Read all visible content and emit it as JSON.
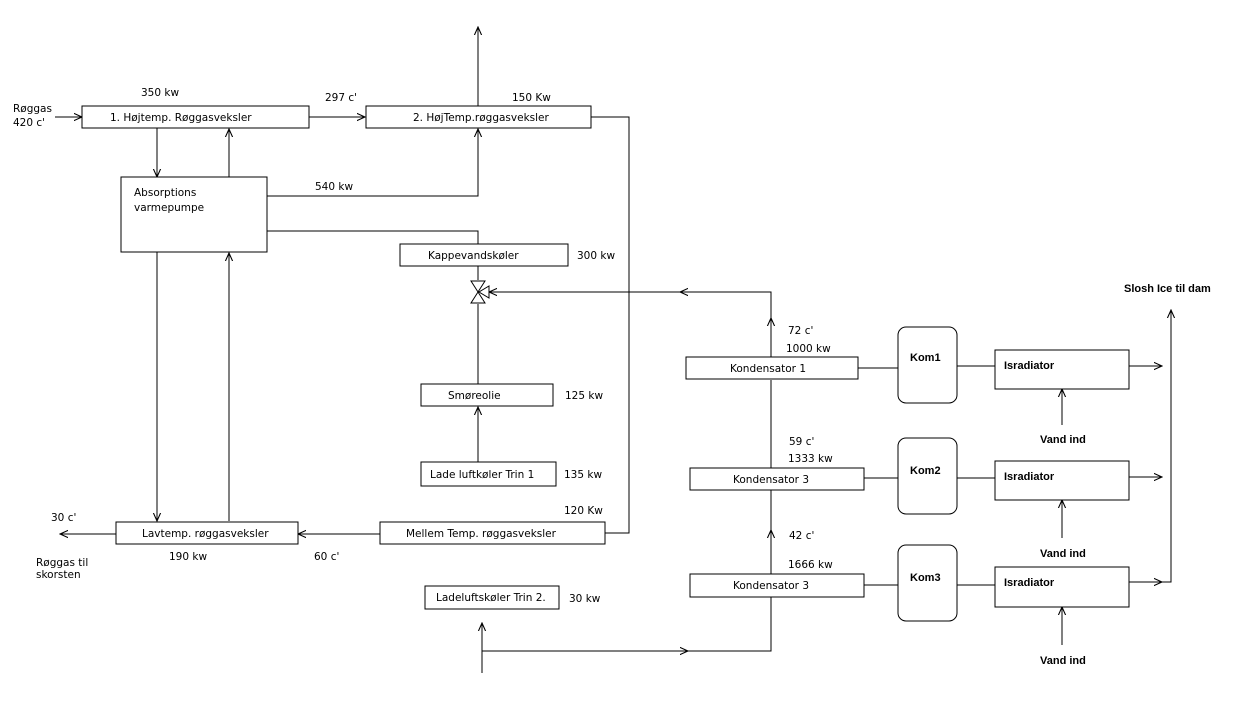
{
  "boxes": {
    "hojtemp1": "1. Højtemp. Røggasveksler",
    "hojtemp2": "2. HøjTemp.røggasveksler",
    "absorption_line1": "Absorptions",
    "absorption_line2": "varmepumpe",
    "kappevand": "Kappevandskøler",
    "smoreolie": "Smøreolie",
    "lade_trin1": "Lade luftkøler Trin 1",
    "mellem": "Mellem Temp. røggasveksler",
    "lavtemp": "Lavtemp. røggasveksler",
    "lade_trin2": "Ladeluftskøler Trin 2.",
    "kondensator1": "Kondensator 1",
    "kondensator2": "Kondensator 3",
    "kondensator3": "Kondensator 3",
    "kom1": "Kom1",
    "kom2": "Kom2",
    "kom3": "Kom3",
    "isradiator1": "Isradiator",
    "isradiator2": "Isradiator",
    "isradiator3": "Isradiator"
  },
  "labels": {
    "roggas_in_1": "Røggas",
    "roggas_in_2": "420 c'",
    "hojtemp1_kw": "350 kw",
    "temp_297": "297 c'",
    "hojtemp2_kw": "150 Kw",
    "absorption_kw": "540 kw",
    "kappevand_kw": "300 kw",
    "smoreolie_kw": "125 kw",
    "lade_trin1_kw": "135 kw",
    "mellem_kw": "120 Kw",
    "temp_30": "30 c'",
    "roggas_out_1": "Røggas til",
    "roggas_out_2": "skorsten",
    "lavtemp_kw": "190 kw",
    "temp_60": "60 c'",
    "lade_trin2_kw": "30 kw",
    "k1_temp": "72 c'",
    "k1_kw": "1000 kw",
    "k2_temp": "59 c'",
    "k2_kw": "1333 kw",
    "k3_temp": "42 c'",
    "k3_kw": "1666 kw",
    "slosh_ice": "Slosh Ice til dam",
    "vand_ind_1": "Vand ind",
    "vand_ind_2": "Vand ind",
    "vand_ind_3": "Vand ind"
  }
}
